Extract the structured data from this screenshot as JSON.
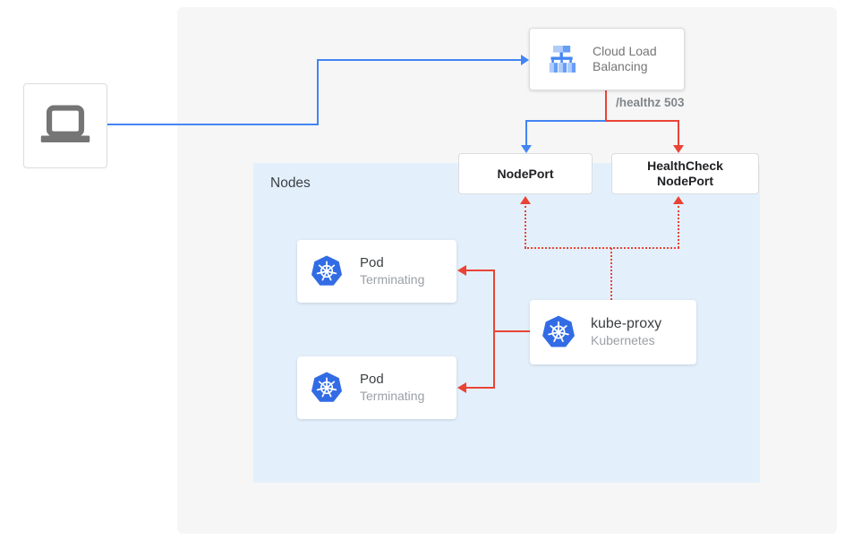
{
  "labels": {
    "nodes": "Nodes",
    "healthz": "/healthz 503"
  },
  "boxes": {
    "client": {
      "icon": "laptop-icon"
    },
    "cloud_lb": {
      "title": "Cloud Load Balancing",
      "icon": "cloud-load-balancing-icon"
    },
    "nodeport": {
      "label": "NodePort"
    },
    "healthcheck": {
      "label": "HealthCheck NodePort"
    },
    "pod1": {
      "title": "Pod",
      "status": "Terminating",
      "icon": "kubernetes-icon"
    },
    "pod2": {
      "title": "Pod",
      "status": "Terminating",
      "icon": "kubernetes-icon"
    },
    "kube_proxy": {
      "title": "kube-proxy",
      "subtitle": "Kubernetes",
      "icon": "kubernetes-icon"
    }
  },
  "colors": {
    "blue": "#4285f4",
    "red": "#ea4335",
    "panel_gray": "#f6f6f6",
    "panel_blue": "#e3f0fc",
    "k8s_blue": "#326ce5",
    "icon_gray": "#757575",
    "lb_light": "#aecbfa",
    "lb_mid": "#669df6"
  }
}
